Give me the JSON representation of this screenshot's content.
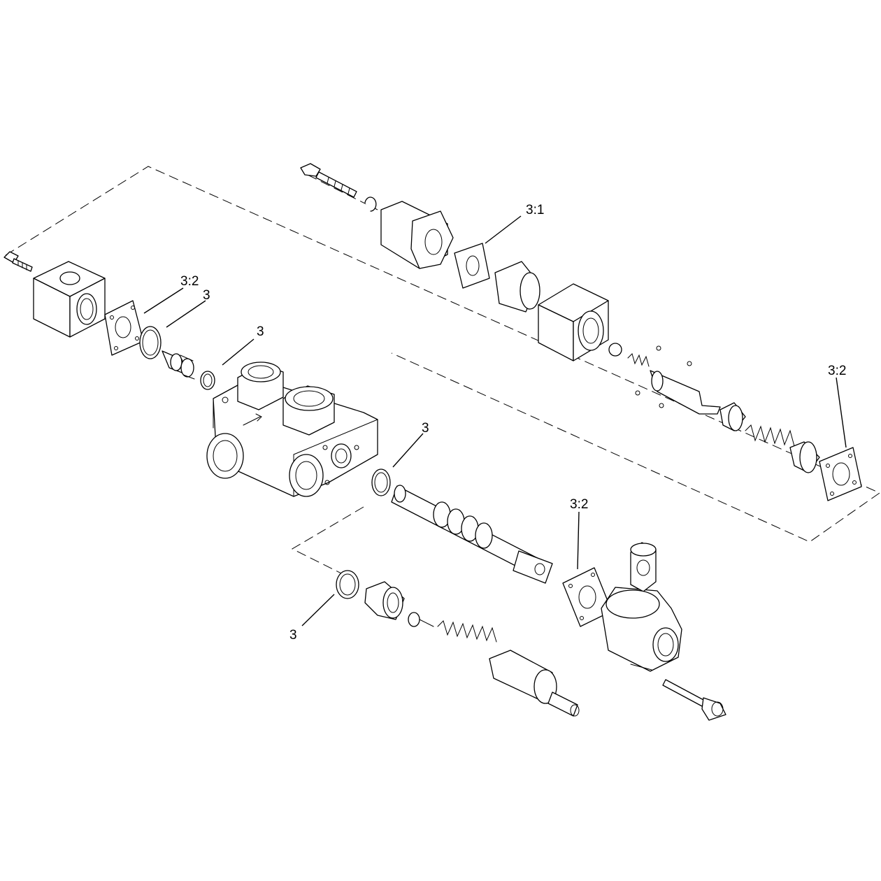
{
  "callouts": [
    {
      "id": "c-3-1",
      "label": "3:1"
    },
    {
      "id": "c-3-2-left",
      "label": "3:2"
    },
    {
      "id": "c-3-top-a",
      "label": "3"
    },
    {
      "id": "c-3-top-b",
      "label": "3"
    },
    {
      "id": "c-3-2-right",
      "label": "3:2"
    },
    {
      "id": "c-3-mid",
      "label": "3"
    },
    {
      "id": "c-3-2-bottom",
      "label": "3:2"
    },
    {
      "id": "c-3-bottom",
      "label": "3"
    }
  ]
}
